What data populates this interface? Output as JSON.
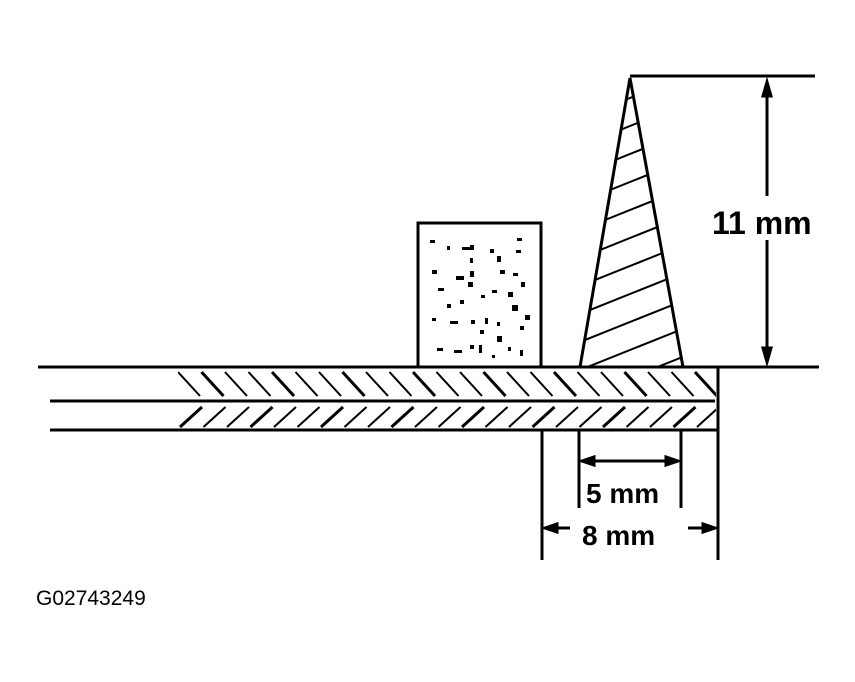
{
  "figure": {
    "id_label": "G02743249",
    "colors": {
      "line": "#000000",
      "background": "#ffffff"
    }
  },
  "parts": {
    "base_layers": "two-layer hatched substrate",
    "block": "stippled rectangular block",
    "cone": "hatched conical bead"
  },
  "dimensions": {
    "height": "11 mm",
    "inner_width": "5 mm",
    "outer_width": "8 mm"
  }
}
